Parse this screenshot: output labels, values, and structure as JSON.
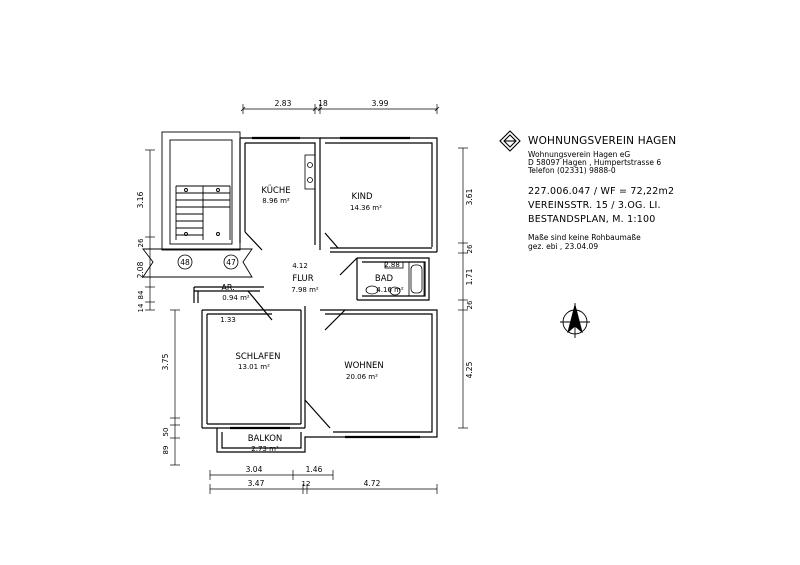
{
  "company": {
    "name": "WOHNUNGSVEREIN HAGEN",
    "address_lines": [
      "Wohnungsverein Hagen eG",
      "D 58097 Hagen , Humpertstrasse 6",
      "Telefon (02331) 9888-0"
    ]
  },
  "plan_info": {
    "line1": "227.006.047 / WF = 72,22m2",
    "line2": "VEREINSSTR. 15 / 3.OG. LI.",
    "line3": "BESTANDSPLAN,  M. 1:100",
    "note1": "Maße sind keine Rohbaumaße",
    "note2": "gez. ebi , 23.04.09"
  },
  "rooms": {
    "kueche": {
      "name": "KÜCHE",
      "area": "8.96 m²"
    },
    "kind": {
      "name": "KIND",
      "area": "14.36 m²"
    },
    "flur": {
      "name": "FLUR",
      "area": "7.98 m²",
      "dim": "4.12"
    },
    "bad": {
      "name": "BAD",
      "area": "4.16 m²",
      "dim": "2.88"
    },
    "ar": {
      "name": "AR.",
      "area": "0.94 m²"
    },
    "schlafen": {
      "name": "SCHLAFEN",
      "area": "13.01 m²"
    },
    "wohnen": {
      "name": "WOHNEN",
      "area": "20.06 m²"
    },
    "balkon": {
      "name": "BALKON",
      "area": "2.73 m²"
    }
  },
  "dimensions": {
    "top": [
      "2.83",
      "18",
      "3.99"
    ],
    "left": [
      "3.16",
      "26",
      "2.08",
      "84",
      "14",
      "3.75",
      "50",
      "89"
    ],
    "right": [
      "3.61",
      "26",
      "1.71",
      "26",
      "4.25"
    ],
    "bottom_upper": [
      "3.04",
      "1.46"
    ],
    "bottom_lower": [
      "3.47",
      "12",
      "4.72"
    ],
    "inner": [
      "1.33"
    ]
  },
  "stair_numbers": [
    "48",
    "47"
  ]
}
